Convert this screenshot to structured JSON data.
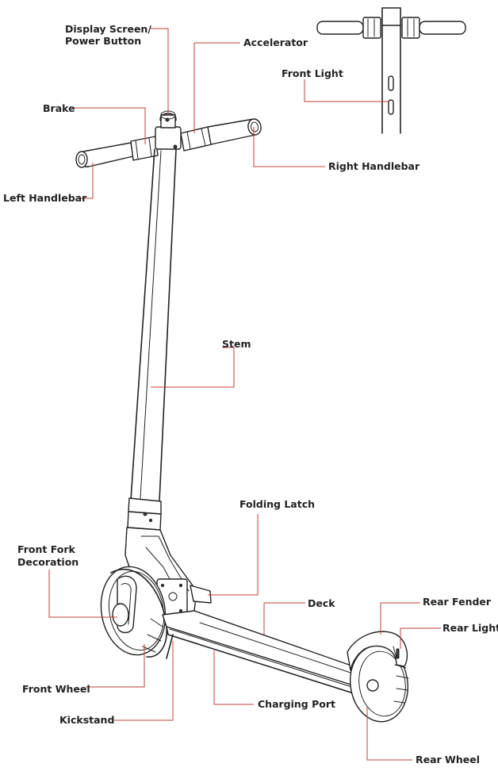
{
  "labels": {
    "display_screen_line1": "Display Screen/",
    "display_screen_line2": "Power Button",
    "accelerator": "Accelerator",
    "front_light": "Front Light",
    "brake": "Brake",
    "right_handlebar": "Right Handlebar",
    "left_handlebar": "Left Handlebar",
    "stem": "Stem",
    "folding_latch": "Folding Latch",
    "front_fork_line1": "Front Fork",
    "front_fork_line2": "Decoration",
    "deck": "Deck",
    "rear_fender": "Rear Fender",
    "rear_light": "Rear Light",
    "front_wheel": "Front Wheel",
    "charging_port": "Charging Port",
    "kickstand": "Kickstand",
    "rear_wheel": "Rear Wheel"
  },
  "colors": {
    "leader": "#c2403a",
    "ink": "#222222"
  }
}
